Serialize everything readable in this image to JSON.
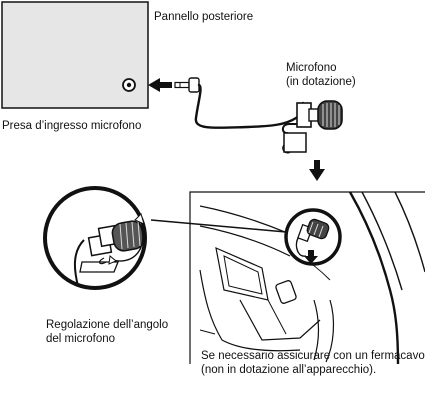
{
  "labels": {
    "rear_panel": "Pannello posteriore",
    "mic_jack": "Presa d’ingresso microfono",
    "mic_line1": "Microfono",
    "mic_line2": "(in dotazione)",
    "angle_line1": "Regolazione dell’angolo",
    "angle_line2": "del microfono",
    "clamp_note_line1": "Se necessario assicurare con un fermacavo",
    "clamp_note_line2": "(non in dotazione all’apparecchio)."
  },
  "colors": {
    "panel_fill": "#e6e6e6",
    "stroke": "#111111"
  }
}
